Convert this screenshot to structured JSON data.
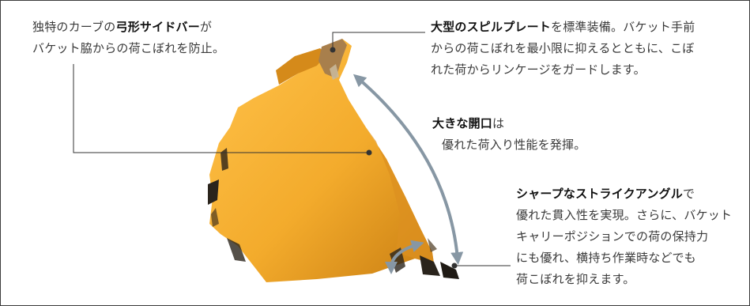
{
  "colors": {
    "bucket_main": "#f3ab2c",
    "bucket_highlight": "#ffc24a",
    "bucket_shadow": "#c97e12",
    "scuff_dark": "#2a241c",
    "arrow": "#8797a4",
    "leader": "#333333",
    "text": "#3a3a3a",
    "text_bold": "#111111",
    "frame": "#3c3c3c"
  },
  "callouts": {
    "side_bar": {
      "line1": {
        "pre": "独特のカーブの",
        "bold": "弓形サイドバー",
        "post": "が"
      },
      "line2": "バケット脇からの荷こぼれを防止。"
    },
    "spill_plate": {
      "line1": {
        "bold": "大型のスピルプレート",
        "post": "を標準装備。バケット手前"
      },
      "line2": "からの荷こぼれを最小限に抑えるとともに、こぼ",
      "line3": "れた荷からリンケージをガードします。"
    },
    "opening": {
      "line1": {
        "bold": "大きな開口",
        "post": "は"
      },
      "line2": "優れた荷入り性能を発揮。"
    },
    "strike_angle": {
      "line1": {
        "bold": "シャープなストライクアングル",
        "post": "で"
      },
      "line2": "優れた貫入性を実現。さらに、バケット",
      "line3": "キャリーポジションでの荷の保持力",
      "line4": "にも優れ、横持ち作業時などでも",
      "line5": "荷こぼれを抑えます。"
    }
  }
}
